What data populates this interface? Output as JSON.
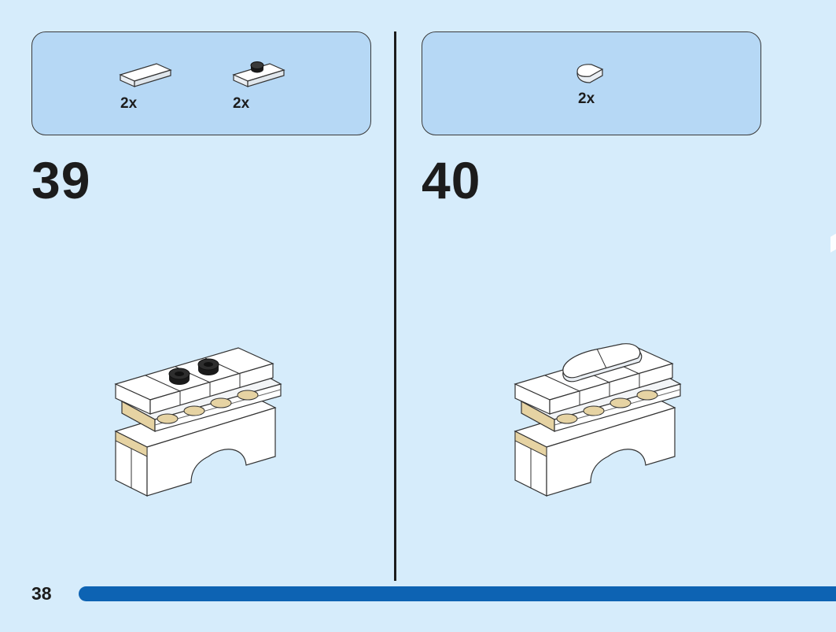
{
  "page_number": "38",
  "steps": [
    {
      "number": "39",
      "parts": [
        {
          "qty": "2x",
          "icon": "tile-1x2-white-icon"
        },
        {
          "qty": "2x",
          "icon": "plate-1x2-one-stud-white-icon"
        }
      ]
    },
    {
      "number": "40",
      "parts": [
        {
          "qty": "2x",
          "icon": "round-tile-white-icon"
        }
      ]
    }
  ],
  "colors": {
    "page_background": "#d6ecfb",
    "parts_box": "#b6d8f5",
    "footer_bar": "#0d63b3",
    "brick_white": "#ffffff",
    "brick_tan": "#e6d3a3",
    "stud_black": "#1a1a1a"
  }
}
